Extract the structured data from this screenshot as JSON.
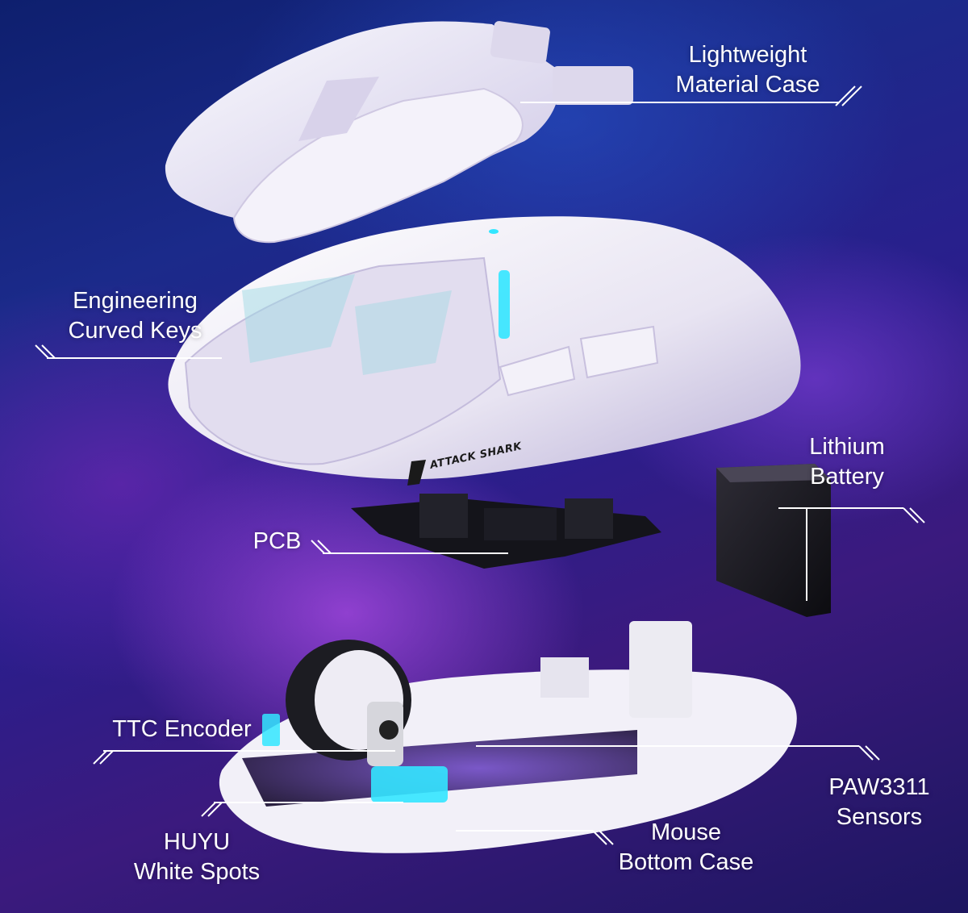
{
  "labels": {
    "case": [
      "Lightweight",
      "Material Case"
    ],
    "keys": [
      "Engineering",
      "Curved Keys"
    ],
    "battery": [
      "Lithium",
      "Battery"
    ],
    "pcb": [
      "PCB"
    ],
    "ttc": [
      "TTC Encoder"
    ],
    "sensors": [
      "PAW3311",
      "Sensors"
    ],
    "bottom": [
      "Mouse",
      "Bottom Case"
    ],
    "huyu": [
      "HUYU",
      "White Spots"
    ]
  },
  "brand": "ATTACK SHARK",
  "colors": {
    "background": "#1b2a8a",
    "shell": "#ece8f4",
    "accent_glow": "#33e6ff",
    "battery": "#1c1c22",
    "pcb": "#14141a"
  }
}
